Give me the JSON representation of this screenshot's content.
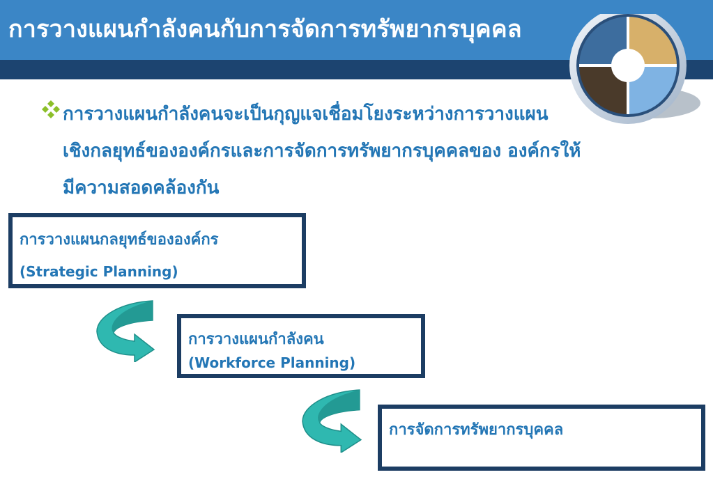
{
  "header": {
    "title": "การวางแผนกำลังคนกับการจัดการทรัพยากรบุคคล"
  },
  "bullet": {
    "lines": [
      "การวางแผนกำลังคนจะเป็นกุญแจเชื่อมโยงระหว่างการวางแผน",
      "เชิงกลยุทธ์ขององค์กรและการจัดการทรัพยากรบุคคลของ องค์กรให้",
      "มีความสอดคล้องกัน"
    ]
  },
  "diagram": {
    "boxes": [
      {
        "line1": "การวางแผนกลยุทธ์ขององค์กร",
        "line2": "(Strategic Planning)"
      },
      {
        "line1": "การวางแผนกำลังคน",
        "line2": "(Workforce Planning)"
      },
      {
        "line1": "การจัดการทรัพยากรบุคคล"
      }
    ]
  },
  "colors": {
    "header_light": "#3b86c6",
    "header_dark": "#1c4470",
    "text_blue": "#2376b5",
    "box_border": "#1c3d63",
    "arrow_teal": "#2fb8b0",
    "bullet_green": "#8cbf2a"
  }
}
